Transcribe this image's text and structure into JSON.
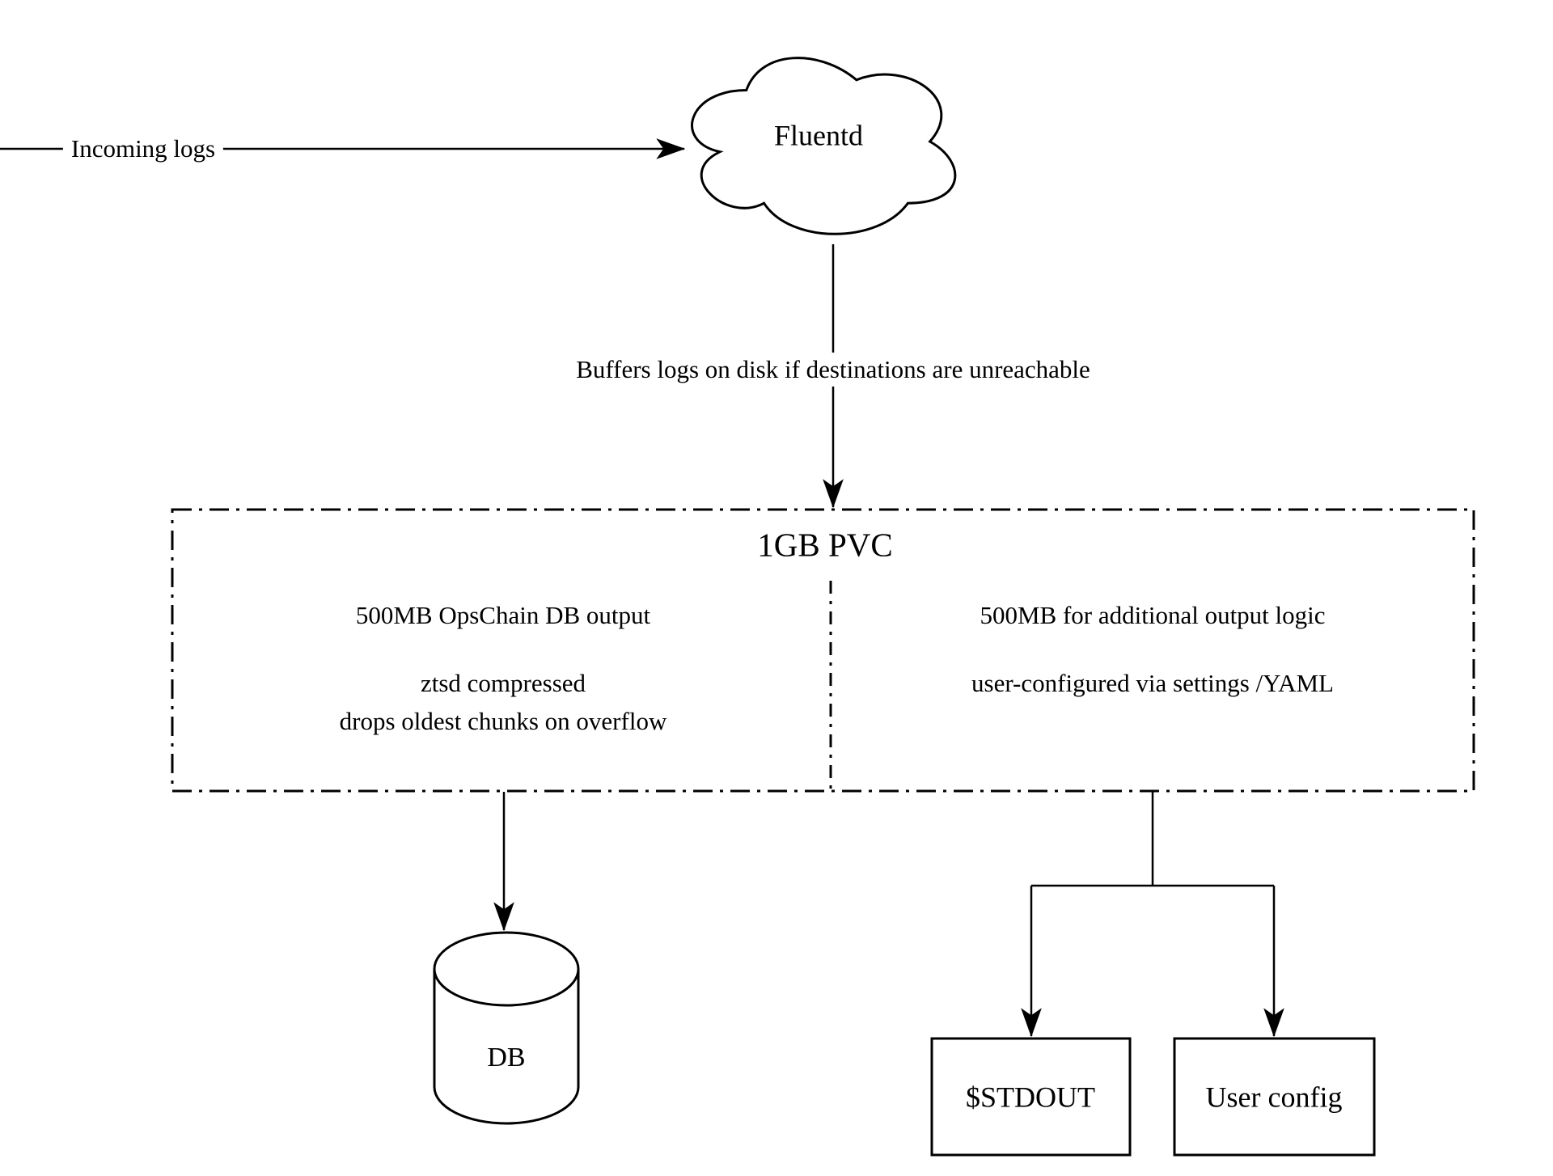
{
  "canvas": {
    "background": "#ffffff",
    "stroke_color": "#000000"
  },
  "flow": {
    "incoming_label": "Incoming logs",
    "cloud_label": "Fluentd",
    "buffer_note": "Buffers logs on disk if destinations are unreachable"
  },
  "pvc_box": {
    "title": "1GB PVC",
    "left_partition": {
      "line1": "500MB OpsChain DB output",
      "line2": "ztsd compressed",
      "line3": "drops oldest chunks on overflow"
    },
    "right_partition": {
      "line1": "500MB for additional output logic",
      "line2": "user-configured via settings /YAML"
    }
  },
  "sinks": {
    "db_label": "DB",
    "stdout_label": "$STDOUT",
    "user_config_label": "User config"
  }
}
